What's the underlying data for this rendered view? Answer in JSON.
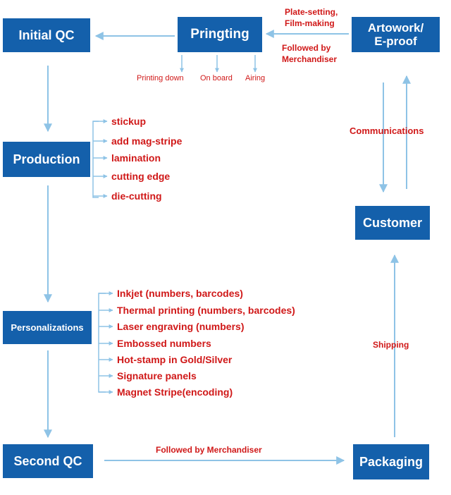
{
  "colors": {
    "box_fill": "#1460ab",
    "box_text": "#ffffff",
    "label_text": "#d01818",
    "arrow": "#8ec3e6"
  },
  "nodes": {
    "initial_qc": "Initial QC",
    "printing": "Pringting",
    "artwork": [
      "Artowork/",
      "E-proof"
    ],
    "production": "Production",
    "personalizations": "Personalizations",
    "customer": "Customer",
    "second_qc": "Second QC",
    "packaging": "Packaging"
  },
  "edge_labels": {
    "artwork_to_printing_top": [
      "Plate-setting,",
      "Film-making"
    ],
    "artwork_to_printing_bottom": [
      "Followed by",
      "Merchandiser"
    ],
    "communications": "Communications",
    "shipping": "Shipping",
    "second_qc_to_packaging": "Followed by Merchandiser"
  },
  "printing_steps": [
    "Printing down",
    "On board",
    "Airing"
  ],
  "production_steps": [
    "stickup",
    "add mag-stripe",
    "lamination",
    "cutting edge",
    "die-cutting"
  ],
  "personalization_options": [
    "Inkjet (numbers, barcodes)",
    "Thermal printing (numbers, barcodes)",
    "Laser engraving (numbers)",
    "Embossed numbers",
    "Hot-stamp in Gold/Silver",
    "Signature panels",
    "Magnet Stripe(encoding)"
  ]
}
